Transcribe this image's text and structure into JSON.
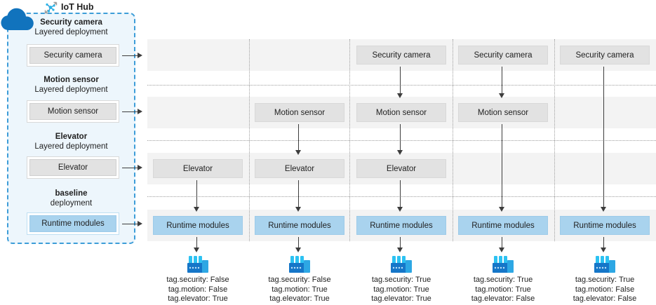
{
  "iot_hub": {
    "label": "IoT Hub"
  },
  "panel": {
    "sections": [
      {
        "title": "Security camera",
        "subtitle": "Layered deployment",
        "button": "Security camera"
      },
      {
        "title": "Motion sensor",
        "subtitle": "Layered deployment",
        "button": "Motion sensor"
      },
      {
        "title": "Elevator",
        "subtitle": "Layered deployment",
        "button": "Elevator"
      },
      {
        "title": "baseline",
        "subtitle": "deployment",
        "button": "Runtime modules"
      }
    ]
  },
  "columns": [
    {
      "boxes": {
        "elevator": "Elevator",
        "runtime": "Runtime modules"
      },
      "tags": {
        "security": "tag.security: False",
        "motion": "tag.motion: False",
        "elevator": "tag.elevator: True"
      }
    },
    {
      "boxes": {
        "motion": "Motion sensor",
        "elevator": "Elevator",
        "runtime": "Runtime modules"
      },
      "tags": {
        "security": "tag.security: False",
        "motion": "tag.motion: True",
        "elevator": "tag.elevator: True"
      }
    },
    {
      "boxes": {
        "security": "Security camera",
        "motion": "Motion sensor",
        "elevator": "Elevator",
        "runtime": "Runtime modules"
      },
      "tags": {
        "security": "tag.security: True",
        "motion": "tag.motion: True",
        "elevator": "tag.elevator: True"
      }
    },
    {
      "boxes": {
        "security": "Security camera",
        "motion": "Motion sensor",
        "runtime": "Runtime modules"
      },
      "tags": {
        "security": "tag.security: True",
        "motion": "tag.motion: True",
        "elevator": "tag.elevator: False"
      }
    },
    {
      "boxes": {
        "security": "Security camera",
        "runtime": "Runtime modules"
      },
      "tags": {
        "security": "tag.security: True",
        "motion": "tag.motion: False",
        "elevator": "tag.elevator: False"
      }
    }
  ],
  "colors": {
    "accent_blue_box": "#a9d3ee",
    "gray_box": "#e2e2e2",
    "band_gray": "#f3f3f3",
    "dashed_border_blue": "#3d9dd8",
    "panel_fill": "#edf6fc",
    "arrow": "#3d3d3d",
    "cloud_blue": "#1173bd",
    "factory_body_blue": "#1576c8",
    "factory_tower_blue": "#2da7e4",
    "factory_chimney_cyan": "#2cc2f2"
  }
}
